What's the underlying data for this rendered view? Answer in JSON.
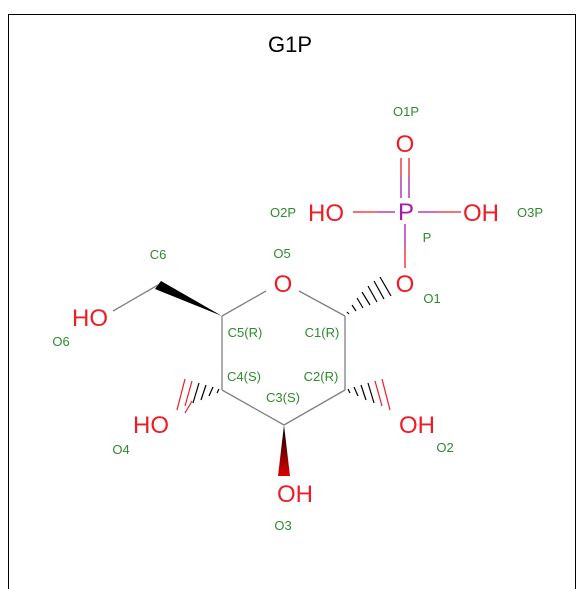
{
  "title": "G1P",
  "colors": {
    "oxygen": "#ee1c24",
    "phosphorus": "#a21ca7",
    "atom_label": "#2e8b2e",
    "bond": "#808080",
    "wedge": "#000000",
    "wedge_front": "#e00000"
  },
  "atoms": {
    "o1p_symbol": "O",
    "p_symbol": "P",
    "ho_o2p": "HO",
    "oh_o3p": "OH",
    "o_ring": "O",
    "o_o1": "O",
    "ho_o6": "HO",
    "ho_o4": "HO",
    "oh_o2": "OH",
    "oh_o3": "OH"
  },
  "labels": {
    "o1p": "O1P",
    "o2p": "O2P",
    "o3p": "O3P",
    "p": "P",
    "o5": "O5",
    "o1": "O1",
    "c6": "C6",
    "o6": "O6",
    "c5": "C5(R)",
    "c1": "C1(R)",
    "c4": "C4(S)",
    "c2": "C2(R)",
    "c3": "C3(S)",
    "o4": "O4",
    "o2": "O2",
    "o3": "O3"
  }
}
